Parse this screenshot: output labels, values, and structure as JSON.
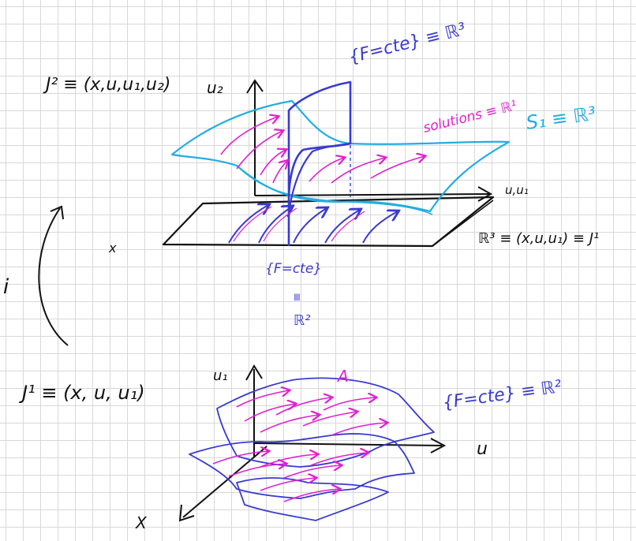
{
  "colors": {
    "ink": "#111111",
    "blue": "#3a3ad0",
    "cyan": "#22aee0",
    "magenta": "#e020d0"
  },
  "labels": {
    "j2_def": "J² ≡ (x,u,u₁,u₂)",
    "u2_axis": "u₂",
    "u_u1_axis": "u,u₁",
    "x_axis_top": "x",
    "fiber_R3": "{F=cte} ≡ ℝ³",
    "solutions_R1": "solutions ≡ ℝ¹",
    "s1_R3": "S₁ ≡ ℝ³",
    "r3_j1": "ℝ³ ≡ (x,u,u₁) ≡ J¹",
    "fiber_cte_base": "{F=cte}",
    "equiv_sym": "≡",
    "r2_label": "ℝ²",
    "inclusion_i": "i",
    "j1_def": "J¹ ≡ (x, u, u₁)",
    "u1_axis": "u₁",
    "a_label": "A",
    "fiber_R2": "{F=cte} ≡ ℝ²",
    "u_axis": "u",
    "x_axis_bottom": "X"
  }
}
